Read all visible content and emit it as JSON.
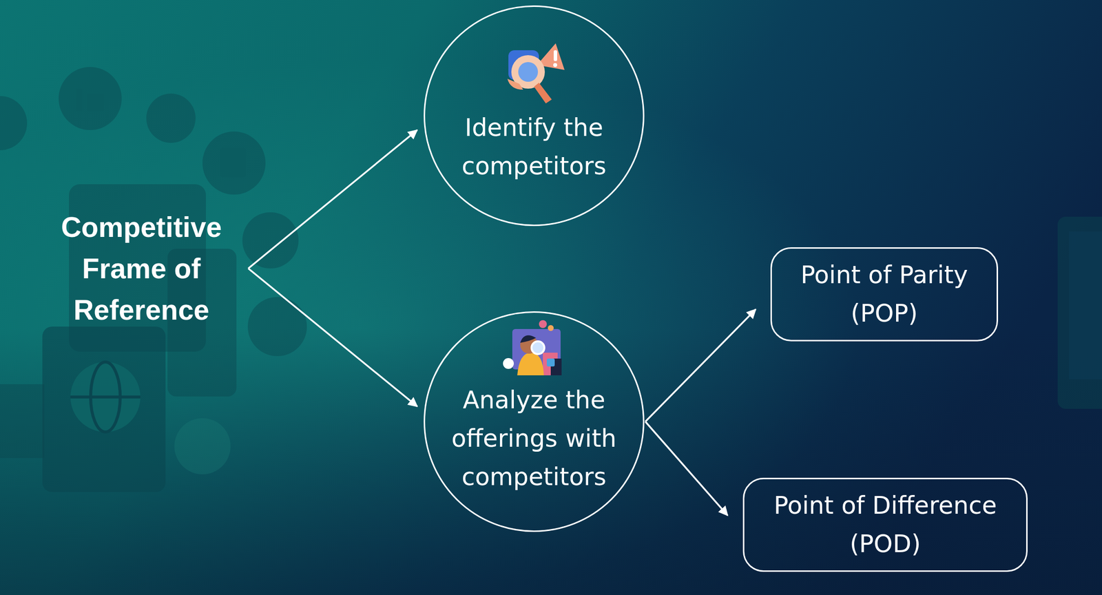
{
  "diagram": {
    "nodes": [
      {
        "text": [
          "Competitive Frame of Reference"
        ]
      },
      {
        "text": [
          "Identify the competitors"
        ]
      },
      {
        "text": [
          "Analyze the offerings with competitors"
        ]
      },
      {
        "text": [
          "Point of Parity (POP)"
        ]
      },
      {
        "text": [
          "Point of Difference (POD)"
        ]
      }
    ],
    "edges": [
      {
        "from": 0,
        "to": 1,
        "arrow": "to"
      },
      {
        "from": 0,
        "to": 2,
        "arrow": "to"
      },
      {
        "from": 2,
        "to": 3,
        "arrow": "to"
      },
      {
        "from": 2,
        "to": 4,
        "arrow": "to"
      }
    ]
  }
}
